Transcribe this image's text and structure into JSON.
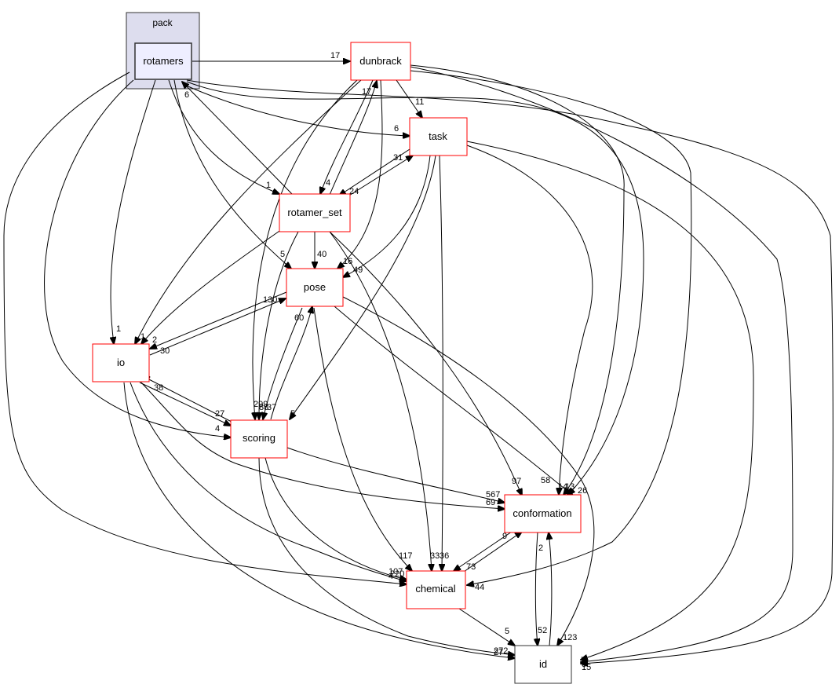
{
  "title": "rotamers directory dependency graph",
  "colors": {
    "cluster_fill": "#ddddee",
    "cluster_stroke": "#333333",
    "focus_fill": "#eeeeff",
    "focus_stroke": "#333333",
    "dir_stroke": "#ff0000",
    "external_stroke": "#333333",
    "edge": "#000000"
  },
  "cluster": {
    "id": "pack",
    "label": "pack"
  },
  "nodes": [
    {
      "id": "rotamers",
      "label": "rotamers",
      "kind": "focus"
    },
    {
      "id": "dunbrack",
      "label": "dunbrack",
      "kind": "dir"
    },
    {
      "id": "task",
      "label": "task",
      "kind": "dir"
    },
    {
      "id": "rotamer_set",
      "label": "rotamer_set",
      "kind": "dir"
    },
    {
      "id": "pose",
      "label": "pose",
      "kind": "dir"
    },
    {
      "id": "io",
      "label": "io",
      "kind": "dir"
    },
    {
      "id": "scoring",
      "label": "scoring",
      "kind": "dir"
    },
    {
      "id": "conformation",
      "label": "conformation",
      "kind": "dir"
    },
    {
      "id": "chemical",
      "label": "chemical",
      "kind": "dir"
    },
    {
      "id": "id",
      "label": "id",
      "kind": "external"
    }
  ],
  "edges": [
    {
      "from": "rotamers",
      "to": "dunbrack",
      "label": "17"
    },
    {
      "from": "dunbrack",
      "to": "task",
      "label": "11"
    },
    {
      "from": "rotamer_set",
      "to": "rotamers",
      "label": "6"
    },
    {
      "from": "rotamers",
      "to": "task",
      "label": "6"
    },
    {
      "from": "rotamer_set",
      "to": "dunbrack",
      "label": "17"
    },
    {
      "from": "dunbrack",
      "to": "rotamer_set",
      "label": "4"
    },
    {
      "from": "rotamer_set",
      "to": "task",
      "label": "31"
    },
    {
      "from": "task",
      "to": "rotamer_set",
      "label": "24"
    },
    {
      "from": "rotamers",
      "to": "rotamer_set",
      "label": "1"
    },
    {
      "from": "rotamer_set",
      "to": "pose",
      "label": "40"
    },
    {
      "from": "rotamers",
      "to": "pose",
      "label": "5"
    },
    {
      "from": "dunbrack",
      "to": "pose",
      "label": "16"
    },
    {
      "from": "task",
      "to": "pose",
      "label": "49"
    },
    {
      "from": "rotamers",
      "to": "io",
      "label": "1"
    },
    {
      "from": "dunbrack",
      "to": "io",
      "label": "1"
    },
    {
      "from": "rotamer_set",
      "to": "io",
      "label": "2"
    },
    {
      "from": "pose",
      "to": "io",
      "label": "30"
    },
    {
      "from": "io",
      "to": "pose",
      "label": "130"
    },
    {
      "from": "scoring",
      "to": "pose",
      "label": "60"
    },
    {
      "from": "scoring",
      "to": "io",
      "label": "38"
    },
    {
      "from": "io",
      "to": "scoring",
      "label": "27"
    },
    {
      "from": "rotamers",
      "to": "scoring",
      "label": "4"
    },
    {
      "from": "dunbrack",
      "to": "scoring",
      "label": "299"
    },
    {
      "from": "rotamer_set",
      "to": "scoring",
      "label": "88"
    },
    {
      "from": "pose",
      "to": "scoring",
      "label": "37"
    },
    {
      "from": "task",
      "to": "scoring",
      "label": "5"
    },
    {
      "from": "rotamer_set",
      "to": "conformation",
      "label": "97"
    },
    {
      "from": "scoring",
      "to": "conformation",
      "label": "567"
    },
    {
      "from": "io",
      "to": "conformation",
      "label": "69"
    },
    {
      "from": "task",
      "to": "conformation",
      "label": "58"
    },
    {
      "from": "dunbrack",
      "to": "conformation",
      "label": "14"
    },
    {
      "from": "rotamers",
      "to": "conformation",
      "label": "13"
    },
    {
      "from": "pose",
      "to": "conformation",
      "label": "26"
    },
    {
      "from": "chemical",
      "to": "conformation",
      "label": "9"
    },
    {
      "from": "conformation",
      "to": "chemical",
      "label": "73"
    },
    {
      "from": "pose",
      "to": "chemical",
      "label": "117"
    },
    {
      "from": "rotamer_set",
      "to": "chemical",
      "label": "33"
    },
    {
      "from": "task",
      "to": "chemical",
      "label": "36"
    },
    {
      "from": "io",
      "to": "chemical",
      "label": "107"
    },
    {
      "from": "rotamers",
      "to": "chemical",
      "label": "4"
    },
    {
      "from": "scoring",
      "to": "chemical",
      "label": "220"
    },
    {
      "from": "dunbrack",
      "to": "chemical",
      "label": "44"
    },
    {
      "from": "chemical",
      "to": "id",
      "label": "5"
    },
    {
      "from": "conformation",
      "to": "id",
      "label": "52"
    },
    {
      "from": "id",
      "to": "conformation",
      "label": "2"
    },
    {
      "from": "pose",
      "to": "id",
      "label": "123"
    },
    {
      "from": "io",
      "to": "id",
      "label": "27"
    },
    {
      "from": "scoring",
      "to": "id",
      "label": "272"
    },
    {
      "from": "task",
      "to": "id",
      "label": "7"
    },
    {
      "from": "dunbrack",
      "to": "id",
      "label": "3"
    },
    {
      "from": "rotamers",
      "to": "id",
      "label": "15"
    }
  ]
}
